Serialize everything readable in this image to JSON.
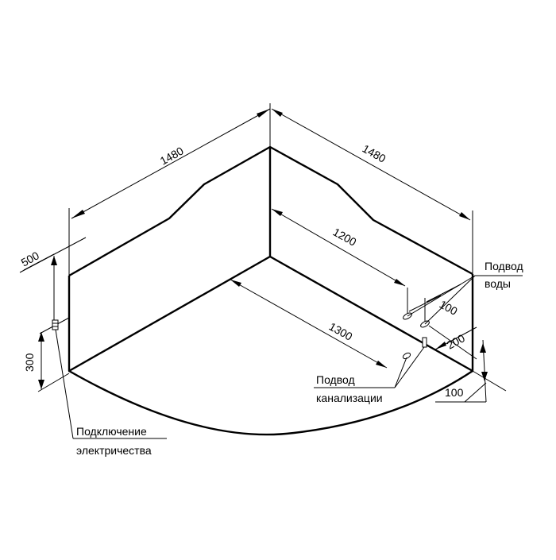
{
  "dimensions": {
    "left_width": "1480",
    "right_width": "1480",
    "inner_right": "1200",
    "inner_left": "1300",
    "height_500": "500",
    "height_300": "300",
    "offset_100_top": "100",
    "offset_200": "200",
    "offset_100_bottom": "100"
  },
  "labels": {
    "water_line1": "Подвод",
    "water_line2": "воды",
    "drain_line1": "Подвод",
    "drain_line2": "канализации",
    "electric_line1": "Подключение",
    "electric_line2": "электричества"
  },
  "colors": {
    "ink": "#000000",
    "background": "#ffffff"
  }
}
